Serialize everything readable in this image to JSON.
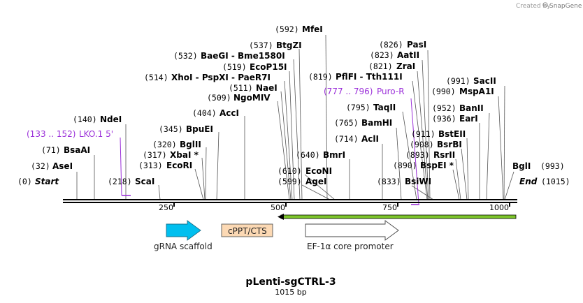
{
  "header": {
    "created_by": "Created by",
    "brand": "SnapGene"
  },
  "map": {
    "title": "pLenti-sgCTRL-3",
    "length_label": "1015 bp",
    "start_label": "Start",
    "end_label": "End",
    "start_pos": "(0)",
    "end_pos": "(1015)",
    "total_bp": 1015
  },
  "ruler_ticks": [
    "250",
    "500",
    "750",
    "1000"
  ],
  "sites": [
    {
      "pos": "(32)",
      "name": "AseI"
    },
    {
      "pos": "(71)",
      "name": "BsaAI"
    },
    {
      "pos": "(140)",
      "name": "NdeI"
    },
    {
      "pos": "(218)",
      "name": "ScaI"
    },
    {
      "pos": "(313)",
      "name": "EcoRI"
    },
    {
      "pos": "(317)",
      "name": "XbaI *"
    },
    {
      "pos": "(320)",
      "name": "BglII"
    },
    {
      "pos": "(345)",
      "name": "BpuEI"
    },
    {
      "pos": "(404)",
      "name": "AccI"
    },
    {
      "pos": "(509)",
      "name": "NgoMIV"
    },
    {
      "pos": "(511)",
      "name": "NaeI"
    },
    {
      "pos": "(514)",
      "name": "XhoI - PspXI - PaeR7I"
    },
    {
      "pos": "(519)",
      "name": "EcoP15I"
    },
    {
      "pos": "(532)",
      "name": "BaeGI - Bme1580I"
    },
    {
      "pos": "(537)",
      "name": "BtgZI"
    },
    {
      "pos": "(592)",
      "name": "MfeI"
    },
    {
      "pos": "(599)",
      "name": "AgeI"
    },
    {
      "pos": "(610)",
      "name": "EcoNI"
    },
    {
      "pos": "(640)",
      "name": "BmrI"
    },
    {
      "pos": "(714)",
      "name": "AclI"
    },
    {
      "pos": "(765)",
      "name": "BamHI"
    },
    {
      "pos": "(795)",
      "name": "TaqII"
    },
    {
      "pos": "(819)",
      "name": "PflFI - Tth111I"
    },
    {
      "pos": "(821)",
      "name": "ZraI"
    },
    {
      "pos": "(823)",
      "name": "AatII"
    },
    {
      "pos": "(826)",
      "name": "PasI"
    },
    {
      "pos": "(833)",
      "name": "BsiWI"
    },
    {
      "pos": "(890)",
      "name": "BspEI *"
    },
    {
      "pos": "(893)",
      "name": "RsrII"
    },
    {
      "pos": "(908)",
      "name": "BsrBI"
    },
    {
      "pos": "(911)",
      "name": "BstEII"
    },
    {
      "pos": "(936)",
      "name": "EarI"
    },
    {
      "pos": "(952)",
      "name": "BanII"
    },
    {
      "pos": "(990)",
      "name": "MspA1I"
    },
    {
      "pos": "(991)",
      "name": "SacII"
    },
    {
      "pos": "(993)",
      "name": "BglI"
    }
  ],
  "primers": [
    {
      "range": "(133 .. 152)",
      "name": "LKO.1 5'"
    },
    {
      "range": "(777 .. 796)",
      "name": "Puro-R"
    }
  ],
  "features": [
    {
      "name": "gRNA scaffold",
      "color": "#00bfef"
    },
    {
      "name": "cPPT/CTS",
      "color": "#fcd9b4"
    },
    {
      "name": "EF-1α core promoter",
      "color": "#ffffff"
    }
  ],
  "colors": {
    "primer": "#9b30d9",
    "orf": "#7cc42a",
    "backbone": "#000000"
  }
}
